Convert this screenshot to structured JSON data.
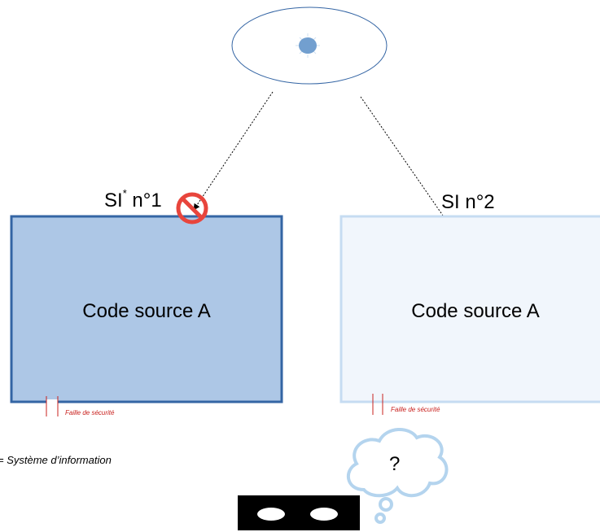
{
  "system1": {
    "label_prefix": "SI",
    "label_sup": "*",
    "label_suffix": " n°1",
    "content": "Code source A",
    "flaw": "Faille de sécurité"
  },
  "system2": {
    "label": "SI n°2",
    "content": "Code source A",
    "flaw": "Faille de sécurité"
  },
  "footnote": "= Système d’information",
  "thought": "?",
  "colors": {
    "box1_fill": "#adc7e6",
    "box1_stroke": "#3465a4",
    "box2_fill": "#f1f6fc",
    "box2_stroke": "#c6dcf2",
    "flaw_red": "#c9211e",
    "forbidden_red": "#e8453c",
    "ellipse_stroke": "#3465a4",
    "core": "#729fcf",
    "cloud_stroke": "#b4d4ee"
  },
  "icons": [
    "attacker-eye-icon",
    "forbidden-icon",
    "thought-cloud-icon",
    "eyes-icon"
  ]
}
